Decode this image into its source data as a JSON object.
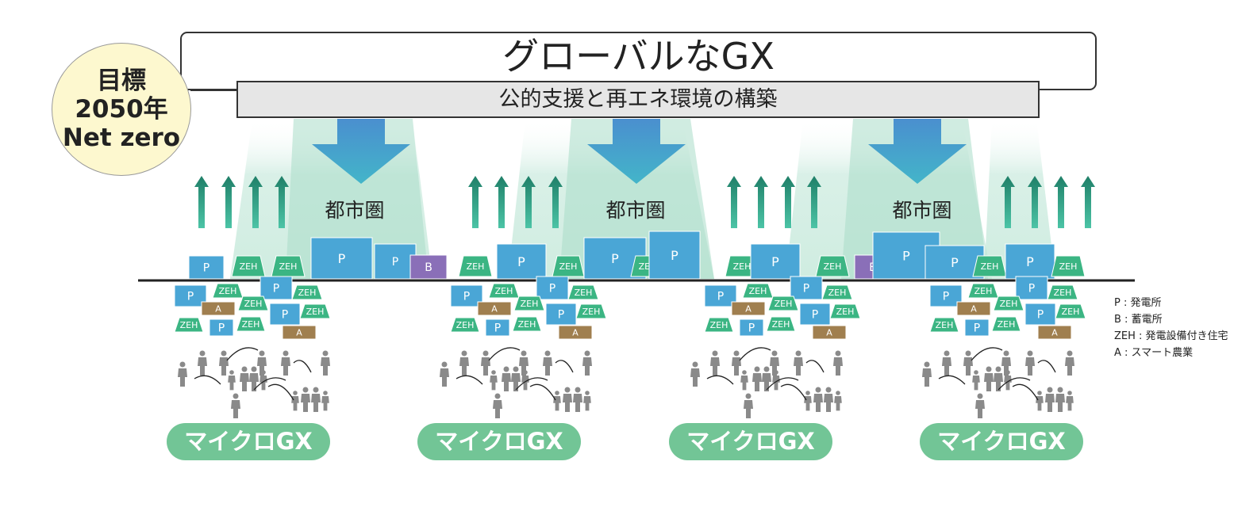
{
  "title": "グローバルなGX",
  "subtitle": "公的支援と再エネ環境の構築",
  "goal": {
    "line1": "目標",
    "line2": "2050年",
    "line3": "Net zero"
  },
  "metro_label": "都市圏",
  "micro_label": "マイクロGX",
  "tags": {
    "p": "P",
    "b": "B",
    "zeh": "ZEH",
    "a": "A"
  },
  "legend": [
    "P : 発電所",
    "B : 蓄電所",
    "ZEH : 発電設備付き住宅",
    "A : スマート農業"
  ],
  "colors": {
    "plant": "#4aa6d6",
    "storage": "#8a6fb8",
    "zeh": "#3bb583",
    "agri": "#a07f4f",
    "arrow_up": "#2a9c83",
    "arrow_down": "#3a96cc",
    "beam": "#b8e3d2",
    "micro": "#72c596",
    "people": "#8a8a8a"
  }
}
